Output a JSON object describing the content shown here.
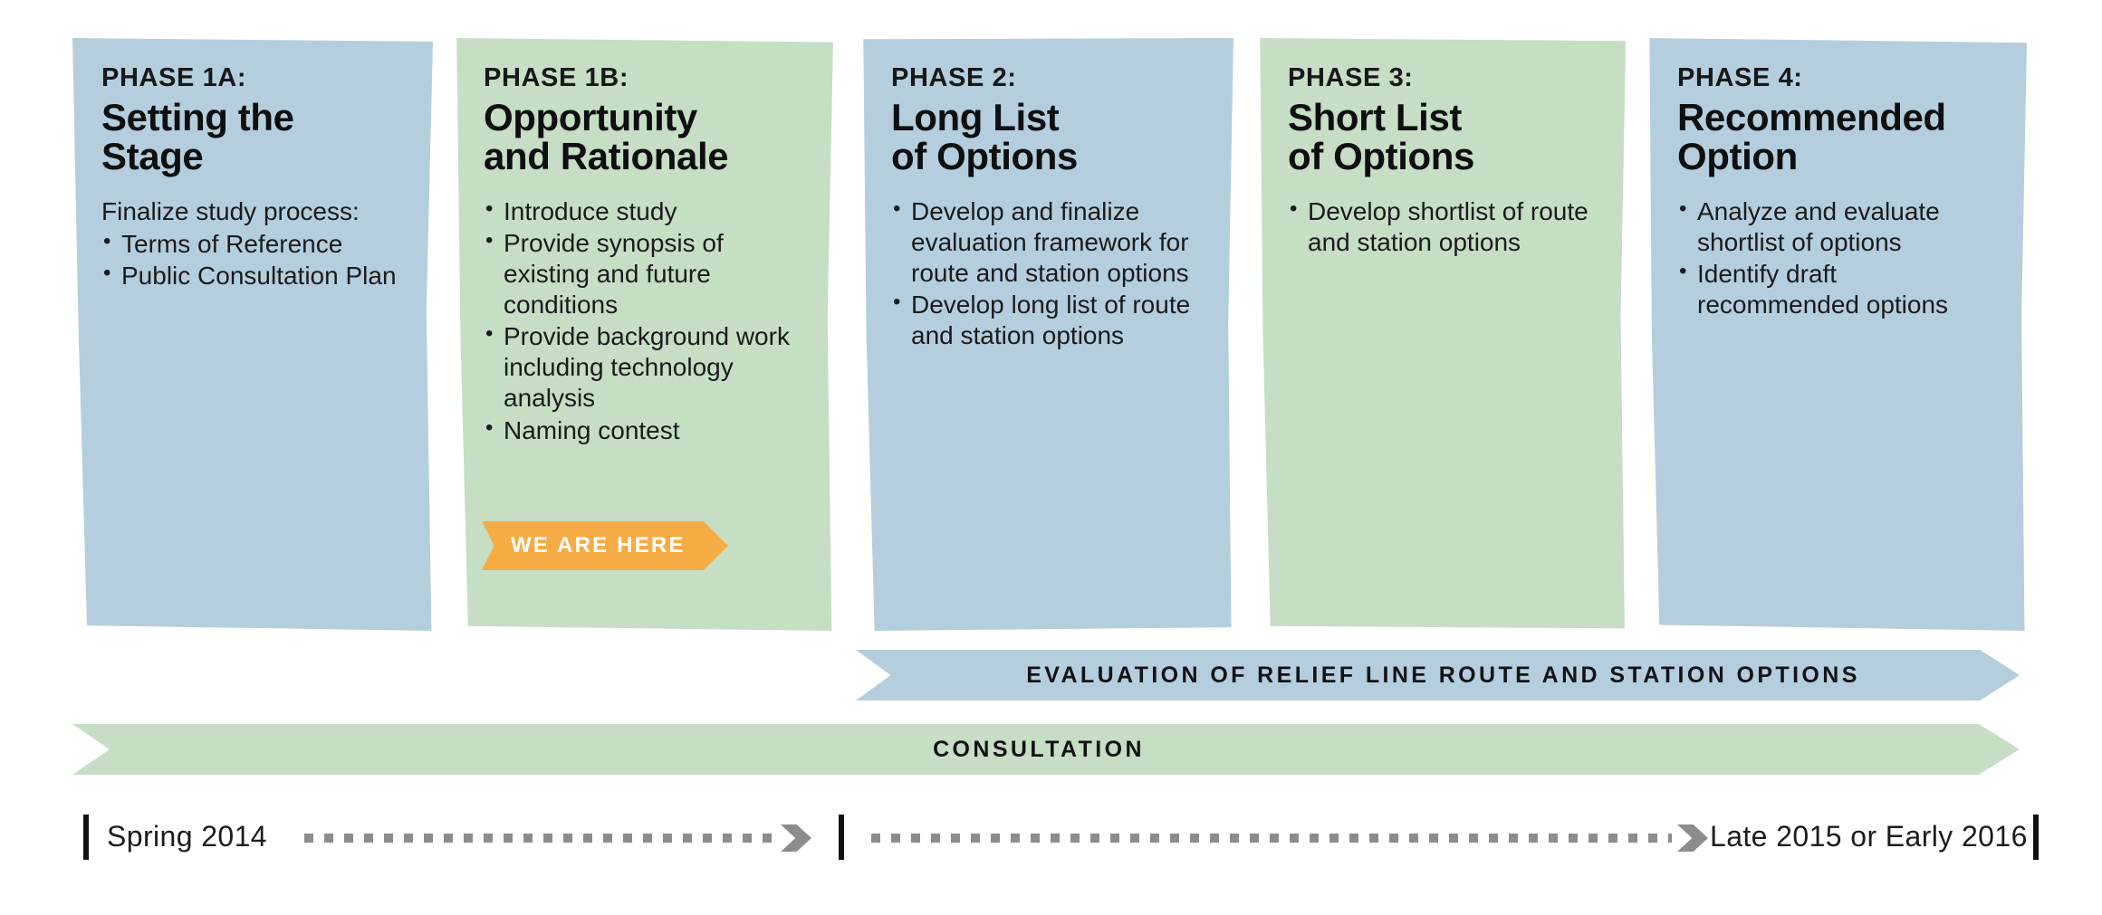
{
  "phases": [
    {
      "kicker": "PHASE 1A:",
      "title": "Setting the\nStage",
      "intro": "Finalize study process:",
      "items": [
        "Terms of Reference",
        "Public Consultation Plan"
      ],
      "color": "#b5cedd"
    },
    {
      "kicker": "PHASE 1B:",
      "title": "Opportunity\nand Rationale",
      "intro": "",
      "items": [
        "Introduce study",
        "Provide synopsis of existing and future conditions",
        "Provide background work including technology analysis",
        "Naming contest"
      ],
      "color": "#c6dec4"
    },
    {
      "kicker": "PHASE 2:",
      "title": "Long List\nof Options",
      "intro": "",
      "items": [
        "Develop and finalize evaluation framework for route and station options",
        "Develop long list of route and station options"
      ],
      "color": "#b5cedd"
    },
    {
      "kicker": "PHASE 3:",
      "title": "Short List\nof Options",
      "intro": "",
      "items": [
        "Develop shortlist of route and station options"
      ],
      "color": "#c6dec4"
    },
    {
      "kicker": "PHASE 4:",
      "title": "Recommended\nOption",
      "intro": "",
      "items": [
        "Analyze and evaluate shortlist of options",
        "Identify draft recommended options"
      ],
      "color": "#b5cedd"
    }
  ],
  "marker": {
    "label": "WE ARE HERE",
    "color": "#f6ac44",
    "text_color": "#ffffff"
  },
  "bands": [
    {
      "label": "EVALUATION OF RELIEF LINE ROUTE AND STATION OPTIONS",
      "color": "#b5cedd"
    },
    {
      "label": "CONSULTATION",
      "color": "#c6dec4"
    }
  ],
  "timeline": {
    "start_label": "Spring 2014",
    "end_label": "Late 2015 or Early 2016",
    "line_color": "#8a8c8e",
    "tick_color": "#111213"
  }
}
